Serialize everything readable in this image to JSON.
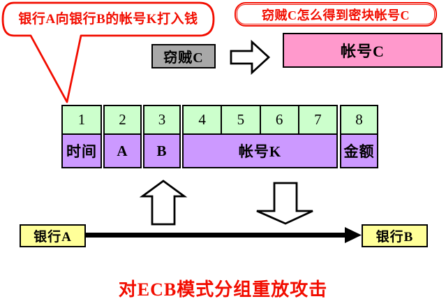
{
  "callout": {
    "text": "银行A向银行B的帐号K打入钱"
  },
  "question_box": {
    "text": "窃贼C怎么得到密块帐号C"
  },
  "thief_box": {
    "label": "窃贼C"
  },
  "account_box": {
    "label": "帐号C"
  },
  "record_table": {
    "block_numbers": [
      "1",
      "2",
      "3",
      "4",
      "5",
      "6",
      "7",
      "8"
    ],
    "fields": [
      {
        "label": "时间"
      },
      {
        "label": "A"
      },
      {
        "label": "B"
      },
      {
        "label": "帐号K"
      },
      {
        "label": "金额"
      }
    ]
  },
  "bank_a": {
    "label": "银行A"
  },
  "bank_b": {
    "label": "银行B"
  },
  "title": {
    "text": "对ECB模式分组重放攻击"
  },
  "colors": {
    "red": "#f20d00",
    "table_header_green": "#ccffcc",
    "table_field_purple": "#cc99ff",
    "account_pink": "#ff99cc",
    "bank_yellow": "#ffff99",
    "thief_gray": "#a8a8a8",
    "line_black": "#000000"
  },
  "icons": {
    "callout_shape": "speech-bubble-callout",
    "steal_flow": "hollow-right-block-arrow",
    "replay_flow": "hollow-up-block-arrow",
    "intercept_flow": "hollow-down-block-arrow",
    "transfer_flow": "thick-right-arrow"
  }
}
